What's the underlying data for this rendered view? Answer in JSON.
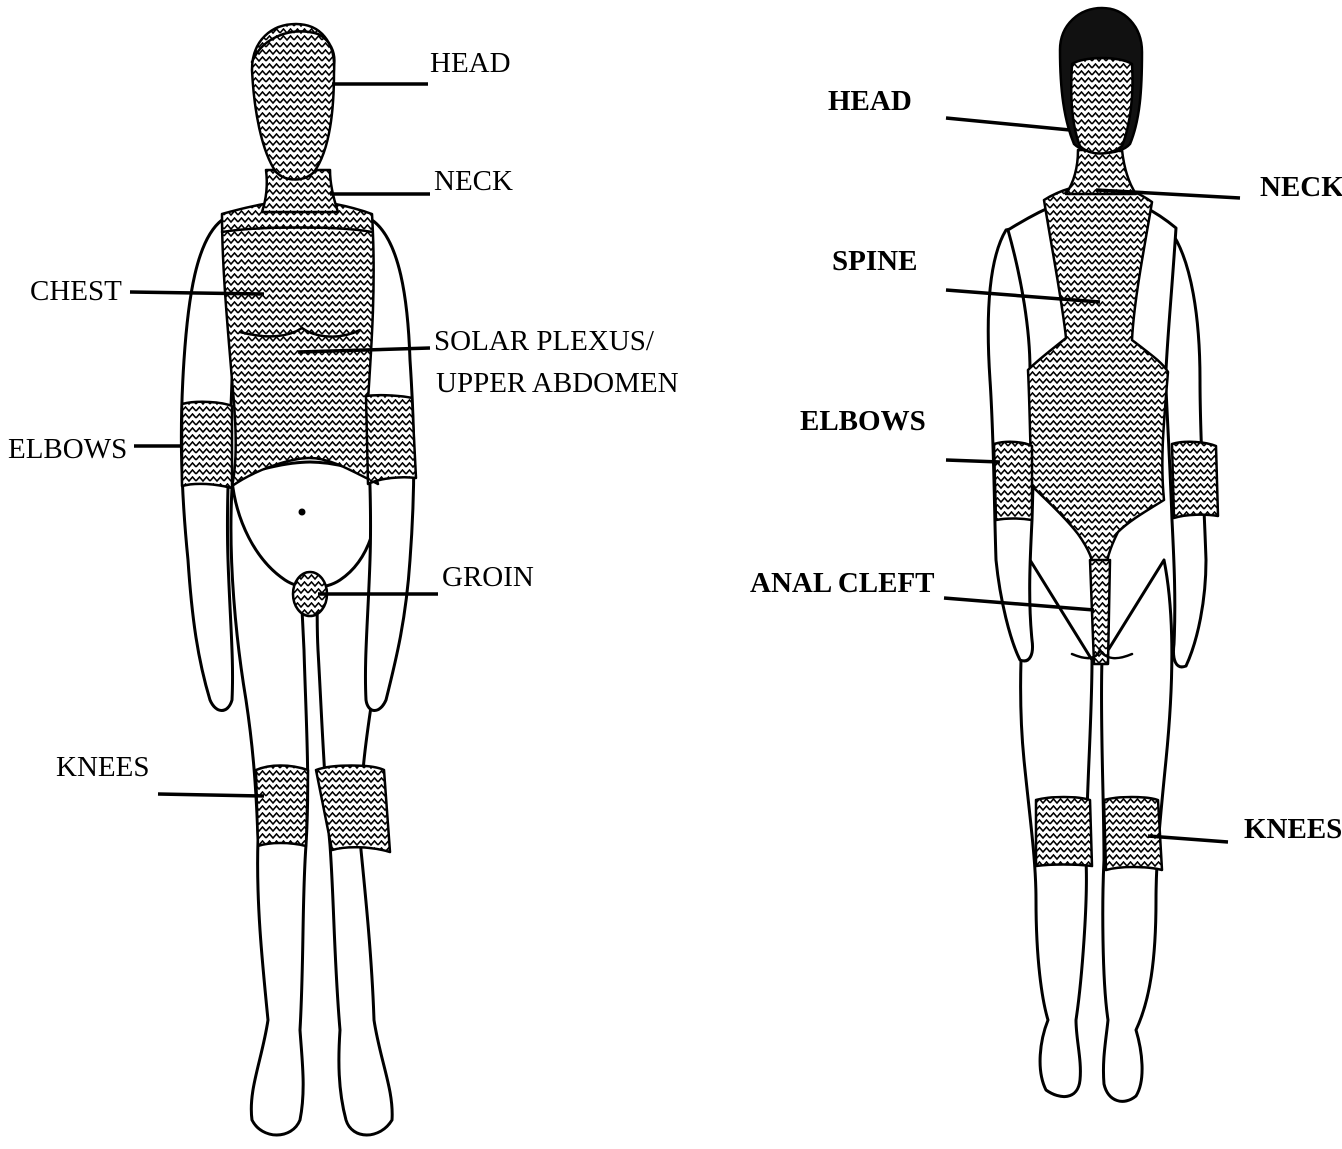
{
  "front_view": {
    "labels": {
      "head": "HEAD",
      "neck": "NECK",
      "chest": "CHEST",
      "solar_plexus_line1": "SOLAR PLEXUS/",
      "solar_plexus_line2": "UPPER ABDOMEN",
      "elbows": "ELBOWS",
      "groin": "GROIN",
      "knees": "KNEES"
    }
  },
  "back_view": {
    "labels": {
      "head": "HEAD",
      "neck": "NECK",
      "spine": "SPINE",
      "elbows": "ELBOWS",
      "anal_cleft": "ANAL CLEFT",
      "knees": "KNEES"
    }
  },
  "colors": {
    "ink": "#000000",
    "paper": "#ffffff"
  }
}
